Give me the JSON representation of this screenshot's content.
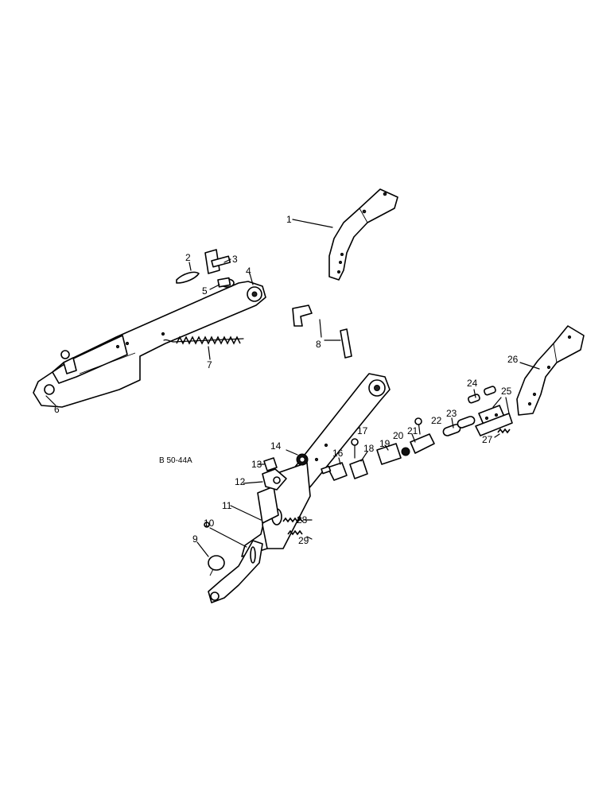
{
  "drawing_code": "B 50-44A",
  "callouts": {
    "c1": "1",
    "c2": "2",
    "c3": "3",
    "c4": "4",
    "c5": "5",
    "c6": "6",
    "c7": "7",
    "c8": "8",
    "c9": "9",
    "c10": "10",
    "c11": "11",
    "c12": "12",
    "c13": "13",
    "c14": "14",
    "c16": "16",
    "c17": "17",
    "c18": "18",
    "c19": "19",
    "c20": "20",
    "c21": "21",
    "c22": "22",
    "c23": "23",
    "c24": "24",
    "c25": "25",
    "c26": "26",
    "c27": "27",
    "c28": "28",
    "c29": "29"
  }
}
